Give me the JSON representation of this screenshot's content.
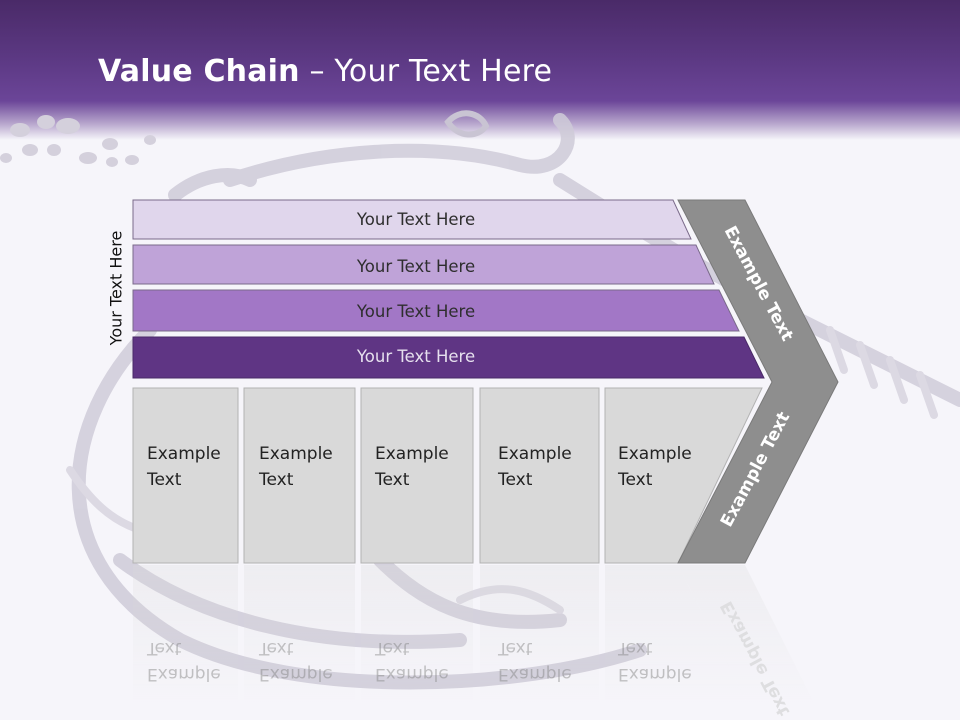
{
  "slide": {
    "title_bold": "Value Chain",
    "title_rest": " – Your Text Here"
  },
  "side_label": "Your Text Here",
  "bars": [
    {
      "label": "Your Text Here",
      "color": "#e0d6ec"
    },
    {
      "label": "Your Text Here",
      "color": "#bfa3d8"
    },
    {
      "label": "Your Text Here",
      "color": "#a277c6"
    },
    {
      "label": "Your Text Here",
      "color": "#5f3584"
    }
  ],
  "boxes": [
    {
      "line1": "Example",
      "line2": "Text"
    },
    {
      "line1": "Example",
      "line2": "Text"
    },
    {
      "line1": "Example",
      "line2": "Text"
    },
    {
      "line1": "Example",
      "line2": "Text"
    },
    {
      "line1": "Example",
      "line2": "Text"
    }
  ],
  "chevron": {
    "upper_label": "Example Text",
    "lower_label": "Example Text",
    "color": "#8e8e8e"
  },
  "colors": {
    "header": "#5b3882",
    "box_fill": "#d9d9d9",
    "box_border": "#b3b3b3"
  }
}
